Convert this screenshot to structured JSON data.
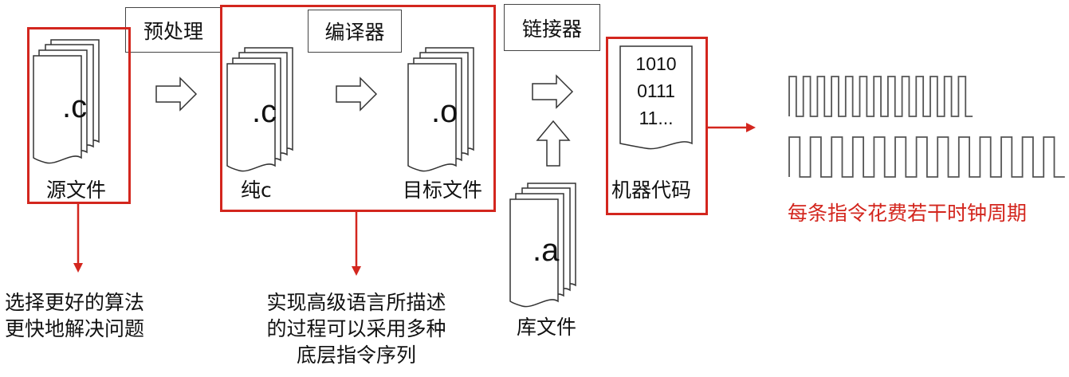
{
  "stages": {
    "preprocess": "预处理",
    "compiler": "编译器",
    "linker": "链接器"
  },
  "files": {
    "source_ext": ".c",
    "source_label": "源文件",
    "pure_ext": ".c",
    "pure_label": "纯c",
    "object_ext": ".o",
    "object_label": "目标文件",
    "library_ext": ".a",
    "library_label": "库文件",
    "machine_code_lines": [
      "1010",
      "0111",
      "11..."
    ],
    "machine_code_label": "机器代码"
  },
  "notes": {
    "algorithm_line1": "选择更好的算法",
    "algorithm_line2": "更快地解决问题",
    "compiler_line1": "实现高级语言所描述",
    "compiler_line2": "的过程可以采用多种",
    "compiler_line3": "底层指令序列",
    "clock_cycles": "每条指令花费若干时钟周期"
  },
  "colors": {
    "highlight": "#d3261e",
    "stroke": "#444444"
  },
  "icons": [
    "file-stack-icon",
    "right-arrow-icon",
    "up-arrow-icon",
    "square-wave-icon"
  ]
}
